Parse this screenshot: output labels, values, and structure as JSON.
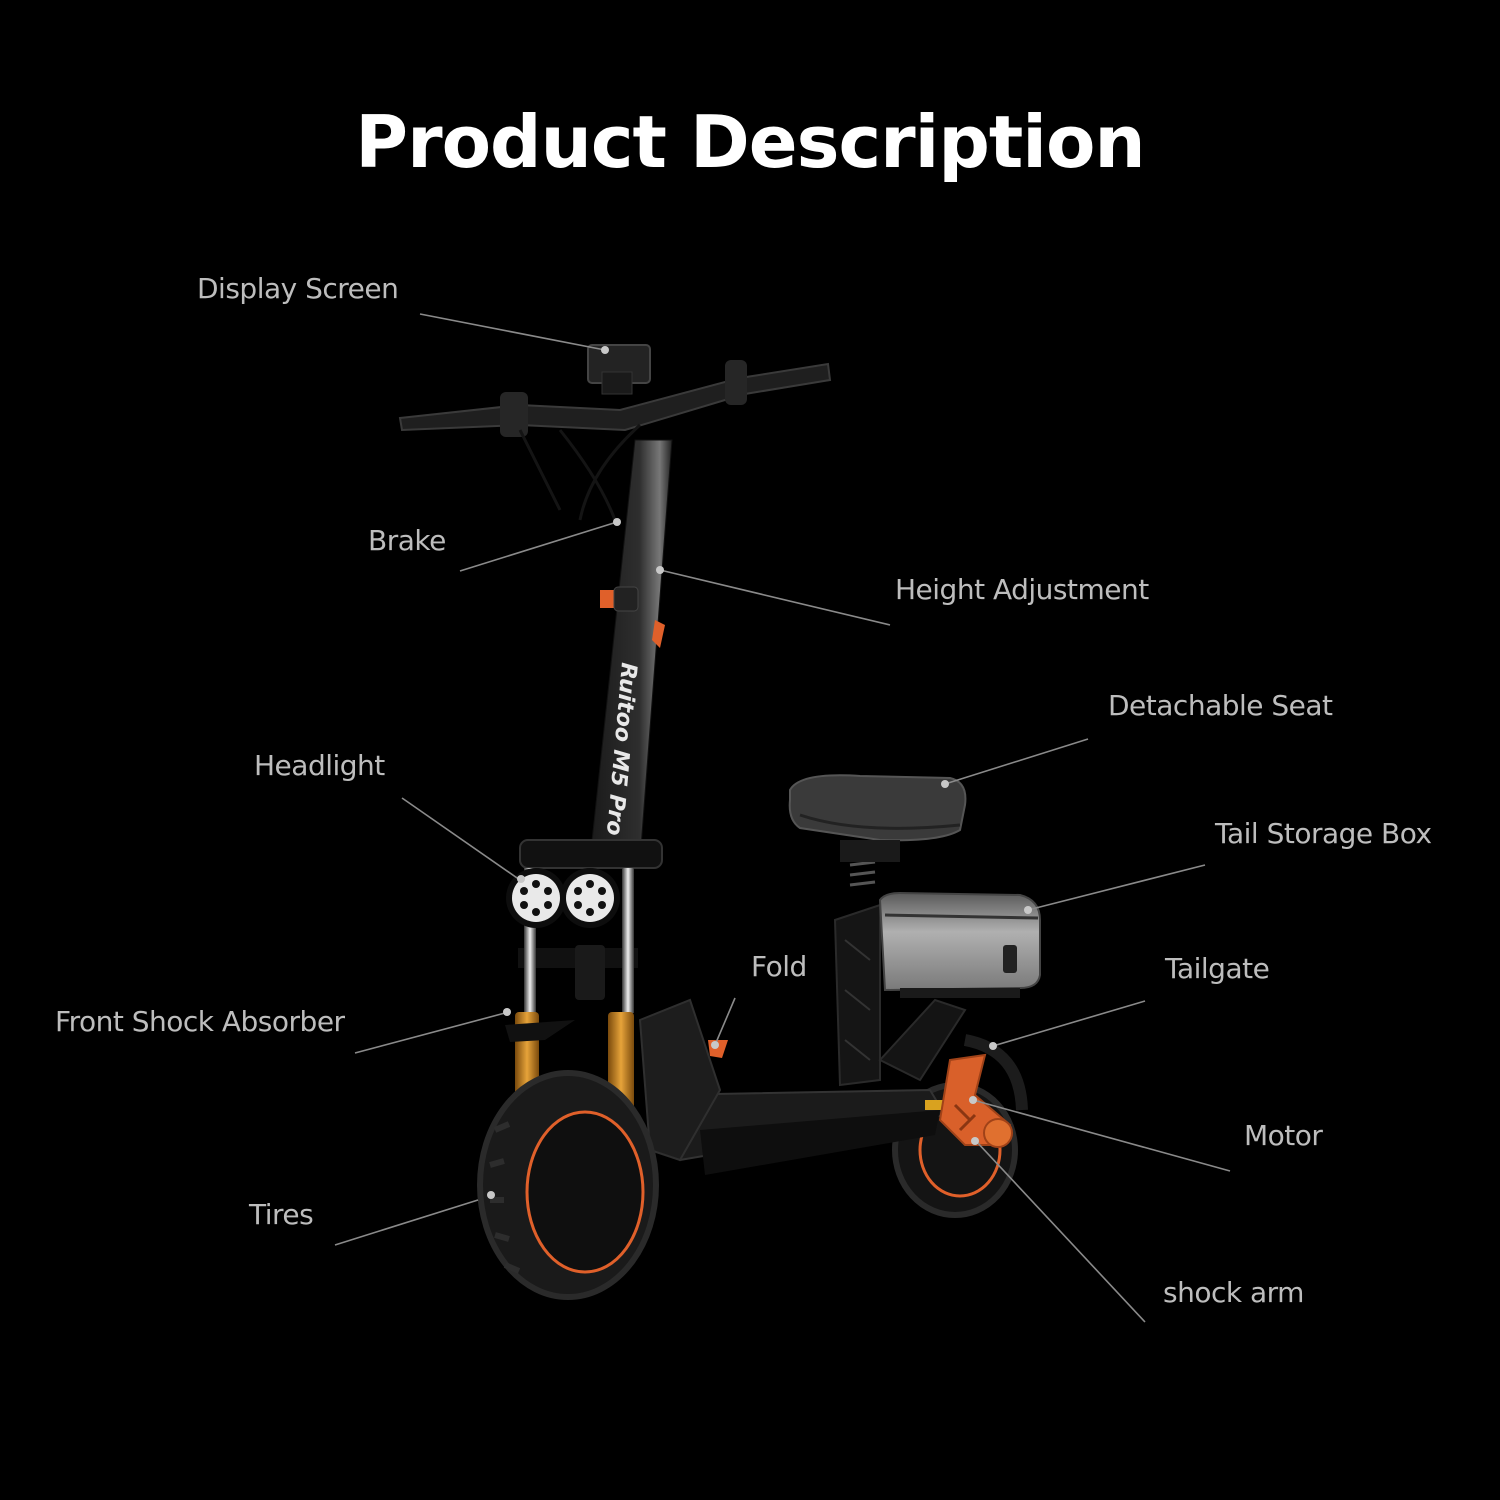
{
  "title": "Product Description",
  "product": {
    "brand_text": "Ruitoo M5 Pro"
  },
  "colors": {
    "background": "#000000",
    "title": "#ffffff",
    "label": "#bdbdbd",
    "leader_line": "#8a8a8a",
    "accent_orange": "#e0602a",
    "fork_gold": "#c8881e"
  },
  "callouts": [
    {
      "id": "display-screen",
      "label": "Display Screen"
    },
    {
      "id": "brake",
      "label": "Brake"
    },
    {
      "id": "height-adjustment",
      "label": "Height Adjustment"
    },
    {
      "id": "detachable-seat",
      "label": "Detachable Seat"
    },
    {
      "id": "headlight",
      "label": "Headlight"
    },
    {
      "id": "tail-storage-box",
      "label": "Tail Storage Box"
    },
    {
      "id": "fold",
      "label": "Fold"
    },
    {
      "id": "tailgate",
      "label": "Tailgate"
    },
    {
      "id": "front-shock-absorber",
      "label": "Front Shock Absorber"
    },
    {
      "id": "motor",
      "label": "Motor"
    },
    {
      "id": "tires",
      "label": "Tires"
    },
    {
      "id": "shock-arm",
      "label": "shock arm"
    }
  ]
}
